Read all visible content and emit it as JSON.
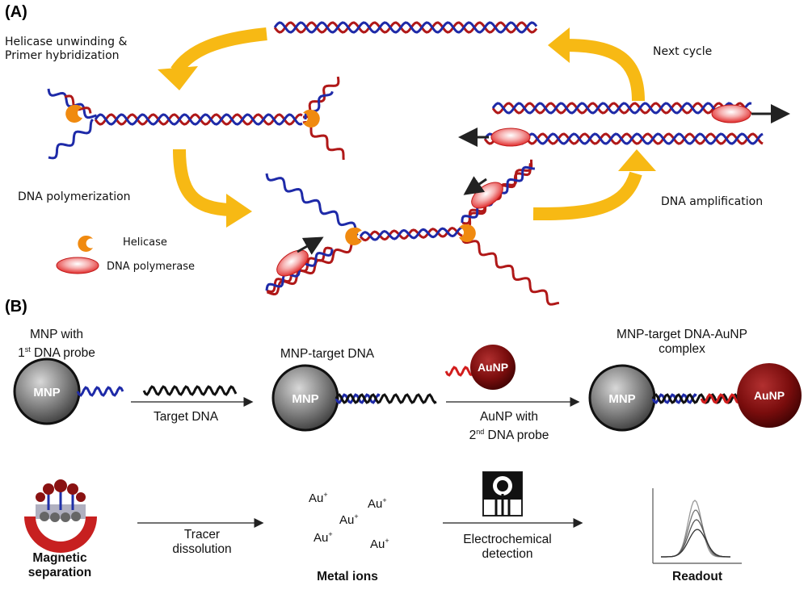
{
  "panel_a": {
    "label": "(A)",
    "step_unwind_line1": "Helicase unwinding &",
    "step_unwind_line2": "Primer hybridization",
    "step_polymerization": "DNA polymerization",
    "step_amplification": "DNA amplification",
    "step_next": "Next cycle",
    "legend_helicase": "Helicase",
    "legend_polymerase": "DNA polymerase"
  },
  "panel_b": {
    "label": "(B)",
    "mnp_probe_line1": "MNP with",
    "mnp_probe_line2_pre": "1",
    "mnp_probe_line2_sup": "st",
    "mnp_probe_line2_post": " DNA probe",
    "mnp_text": "MNP",
    "aunp_text": "AuNP",
    "target_dna": "Target DNA",
    "mnp_target_dna": "MNP-target DNA",
    "aunp_probe_line1": "AuNP with",
    "aunp_probe_line2_pre": "2",
    "aunp_probe_line2_sup": "nd",
    "aunp_probe_line2_post": " DNA probe",
    "complex_line1": "MNP-target DNA-AuNP",
    "complex_line2": "complex",
    "magnetic_line1": "Magnetic",
    "magnetic_line2": "separation",
    "tracer_line1": "Tracer",
    "tracer_line2": "dissolution",
    "ion_base": "Au",
    "ion_sup": "+",
    "metal_ions": "Metal ions",
    "electro_line1": "Electrochemical",
    "electro_line2": "detection",
    "readout": "Readout"
  },
  "colors": {
    "strand_red": "#b01818",
    "strand_blue": "#1e2aa8",
    "arrow_yellow": "#f7b914",
    "helicase_orange": "#f08a10",
    "polymerase_red": "#e03a3a",
    "mnp_gray": "#555555",
    "aunp_maroon": "#7a0d0d"
  }
}
